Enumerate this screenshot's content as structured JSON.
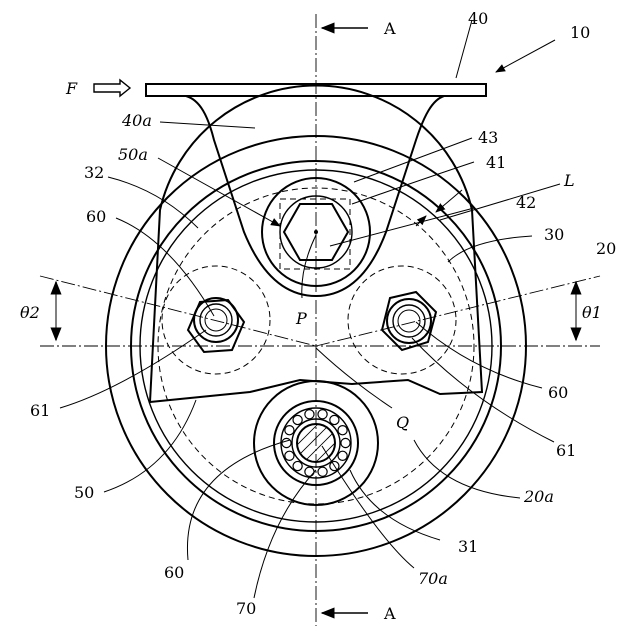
{
  "section_marks": {
    "top": "A",
    "bottom": "A"
  },
  "labels": {
    "l10": "10",
    "l40": "40",
    "l40a": "40a",
    "l43": "43",
    "l41": "41",
    "l50a": "50a",
    "lL": "L",
    "l42": "42",
    "l32": "32",
    "l30": "30",
    "l20": "20",
    "l60_left": "60",
    "l60_right": "60",
    "ltheta2": "θ2",
    "ltheta1": "θ1",
    "lP": "P",
    "l61_left": "61",
    "l61_right": "61",
    "lQ": "Q",
    "l20a": "20a",
    "l50": "50",
    "l60_bottom": "60",
    "l31": "31",
    "l70a": "70a",
    "l70": "70",
    "lF": "F"
  },
  "colors": {
    "line": "#000000",
    "background": "#ffffff"
  }
}
